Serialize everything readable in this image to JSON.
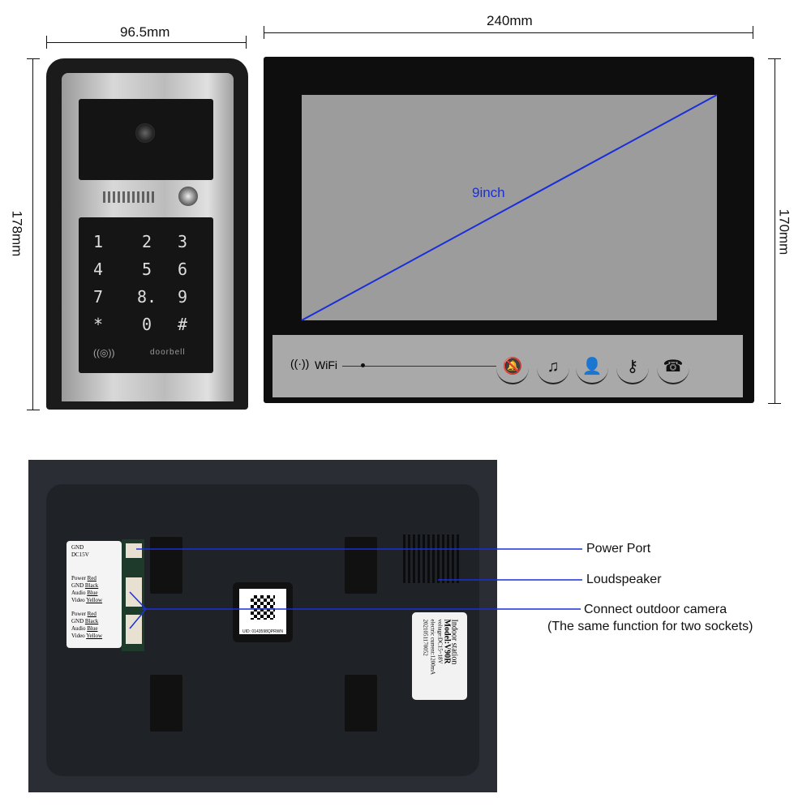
{
  "dimensions": {
    "door_width": "96.5mm",
    "monitor_width": "240mm",
    "door_height": "178mm",
    "monitor_height": "170mm"
  },
  "screen": {
    "diagonal_label": "9inch",
    "diagonal_color": "#1a2fd8"
  },
  "monitor_bar": {
    "wifi_label": "WiFi",
    "buttons": [
      {
        "icon": "bell-mute-icon",
        "glyph": "🔕"
      },
      {
        "icon": "music-note-icon",
        "glyph": "♫"
      },
      {
        "icon": "user-icon",
        "glyph": "👤"
      },
      {
        "icon": "key-icon",
        "glyph": "⚷"
      },
      {
        "icon": "phone-icon",
        "glyph": "☎"
      }
    ]
  },
  "door_station": {
    "keys": [
      "1",
      "2",
      "3",
      "4",
      "5",
      "6",
      "7",
      "8.",
      "9",
      "*",
      "0",
      "#"
    ],
    "brand": "doorbell"
  },
  "back_panel": {
    "wiring_label": {
      "power_port": [
        "GND",
        "DC15V"
      ],
      "socket_rows": [
        [
          "Power",
          "Red"
        ],
        [
          "GND",
          "Black"
        ],
        [
          "Audio",
          "Blue"
        ],
        [
          "Video",
          "Yellow"
        ]
      ]
    },
    "qr_uid": "UID: 0143598QPRWN",
    "sticker": {
      "title": "Indoor station",
      "model": "Model:V90R",
      "lines": [
        "voltage:DC15~18V",
        "electric current:1200mA",
        "2021051170052"
      ]
    }
  },
  "annotations": {
    "power_port": "Power Port",
    "loudspeaker": "Loudspeaker",
    "camera": "Connect outdoor camera",
    "camera_note": "(The same function for two sockets)",
    "line_color": "#1a2fd8"
  }
}
